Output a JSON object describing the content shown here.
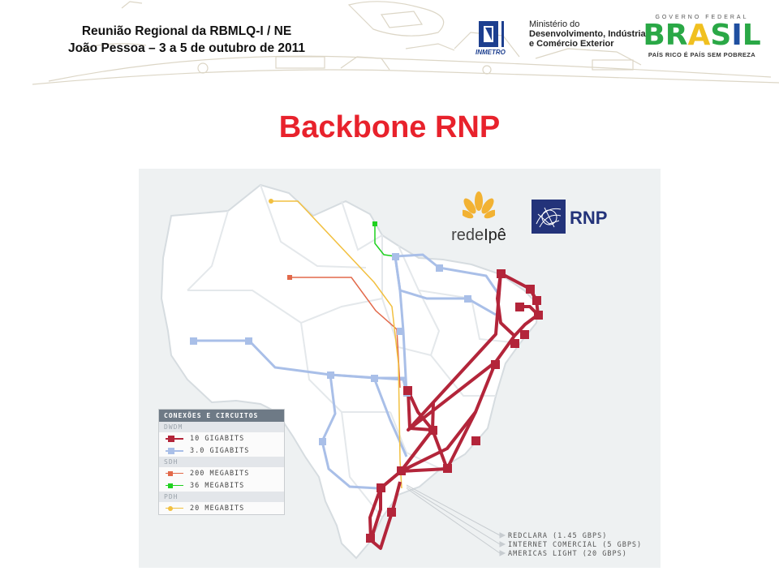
{
  "header": {
    "event_line1": "Reunião Regional da RBMLQ-I / NE",
    "event_line2": "João Pessoa – 3 a 5 de outubro de 2011",
    "inmetro_label": "INMETRO",
    "ministry_line1": "Ministério do",
    "ministry_line2": "Desenvolvimento, Indústria",
    "ministry_line3": "e Comércio Exterior",
    "gov_label": "GOVERNO FEDERAL",
    "brasil_word": "BRASIL",
    "brasil_slogan": "PAÍS RICO É PAÍS SEM POBREZA"
  },
  "title": "Backbone RNP",
  "logos": {
    "redeipe_part1": "rede",
    "redeipe_part2": "Ipê",
    "rnp": "RNP"
  },
  "legend": {
    "title": "CONEXÕES E CIRCUITOS",
    "groups": [
      {
        "name": "DWDM",
        "items": [
          {
            "label": "10 GIGABITS",
            "color": "#b3253a"
          },
          {
            "label": "3.0 GIGABITS",
            "color": "#a9bfe8"
          }
        ]
      },
      {
        "name": "SDH",
        "items": [
          {
            "label": "200 MEGABITS",
            "color": "#e2694a"
          },
          {
            "label": "36 MEGABITS",
            "color": "#1fd11f"
          }
        ]
      },
      {
        "name": "PDH",
        "items": [
          {
            "label": "20 MEGABITS",
            "color": "#f2c040"
          }
        ]
      }
    ]
  },
  "exits": [
    "REDCLARA (1.45 GBPS)",
    "INTERNET COMERCIAL (5 GBPS)",
    "AMERICAS LIGHT (20 GBPS)"
  ],
  "colors": {
    "title_red": "#e8222c",
    "backbone_red": "#b3253a",
    "blue_link": "#a9bfe8",
    "orange_link": "#e2694a",
    "green_link": "#1fd11f",
    "yellow_link": "#f2c040",
    "brasil_green": "#2aa846",
    "brasil_yellow": "#f0c020",
    "brasil_blue": "#1f4fa0"
  }
}
